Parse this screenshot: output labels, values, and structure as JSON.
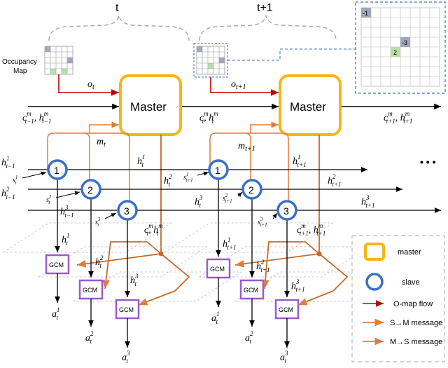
{
  "time_labels": {
    "t": "t",
    "t_next": "t+1"
  },
  "occupancy_map": {
    "label_line1": "Occupancy",
    "label_line2": "Map"
  },
  "zoom_grid": {
    "cell_a": "-1",
    "cell_b": "-3",
    "cell_c": "2"
  },
  "master": {
    "label_t": "Master",
    "label_t1": "Master"
  },
  "slaves": {
    "s1": "1",
    "s2": "2",
    "s3": "3"
  },
  "gcm": {
    "label": "GCM"
  },
  "ellipsis": "• • •",
  "legend": {
    "master": "master",
    "slave": "slave",
    "omap": "O-map flow",
    "s2m": "S→M message",
    "m2s": "M→S message"
  },
  "colors": {
    "master_border": "#f5b61a",
    "slave_border": "#3b6fc6",
    "gcm_border": "#9b59d0",
    "omap_flow": "#c00000",
    "message": "#e07b39",
    "message_dark": "#c46a2a"
  }
}
